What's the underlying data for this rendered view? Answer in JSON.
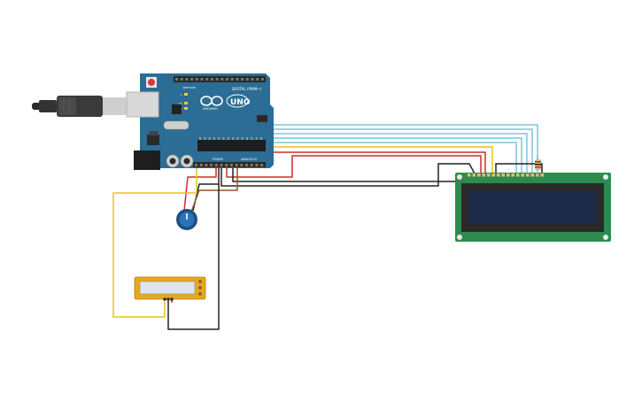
{
  "arduino": {
    "brand": "ARDUINO",
    "model": "UNO",
    "label_digital": "DIGITAL (PWM~)",
    "label_analog": "ANALOG IN",
    "label_power": "POWER",
    "led_l": "L",
    "led_tx": "TX",
    "led_rx": "RX",
    "pin_aref": "AREF",
    "pin_gnd": "GND"
  },
  "colors": {
    "board": "#2b6d94",
    "board_dark": "#1f5678",
    "header": "#2a2a2a",
    "lcd_pcb": "#2e8b4f",
    "lcd_screen": "#1c2a4a",
    "wire_black": "#222222",
    "wire_red": "#d42a2a",
    "wire_yellow": "#e8c21c",
    "wire_cyan": "#7cc6da",
    "wire_brown": "#8b5a2b",
    "pot": "#2a73b8",
    "sensor_body": "#e8a81c",
    "usb_plug": "#3a3a3a"
  },
  "components": {
    "usb_cable": "usb-cable",
    "potentiometer": "potentiometer",
    "lcd": "lcd-16x2",
    "sensor": "sensor-module",
    "resistor": "resistor"
  }
}
